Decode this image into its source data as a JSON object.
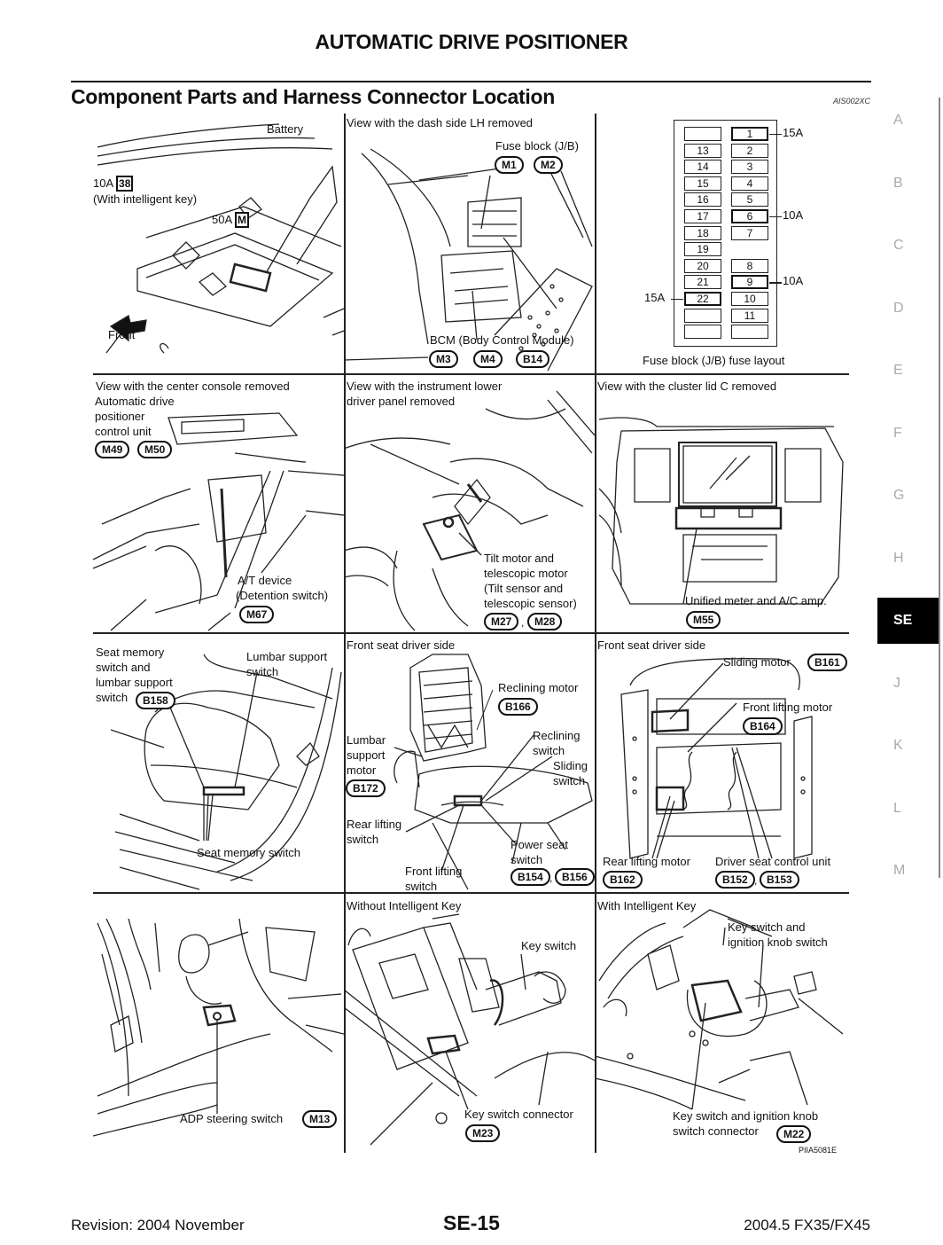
{
  "header": {
    "title": "AUTOMATIC DRIVE POSITIONER",
    "section": "Component Parts and Harness Connector Location",
    "ref_code": "AIS002XC"
  },
  "side_index": {
    "items": [
      "A",
      "B",
      "C",
      "D",
      "E",
      "F",
      "G",
      "H",
      "SE",
      "J",
      "K",
      "L",
      "M"
    ],
    "active": "SE"
  },
  "panels": {
    "battery": {
      "battery_label": "Battery",
      "fuse_10a": "10A",
      "fuse_10a_box": "38",
      "fuse_10a_note": "(With intelligent key)",
      "fuse_50a": "50A",
      "fuse_50a_box": "M",
      "front_label": "Front"
    },
    "dash": {
      "caption": "View with the dash side LH removed",
      "fuse_block_label": "Fuse block (J/B)",
      "fuse_block_connectors": [
        "M1",
        "M2"
      ],
      "bcm_label": "BCM (Body Control Module)",
      "bcm_connectors": [
        "M3",
        "M4",
        "B14"
      ]
    },
    "fuse_layout": {
      "caption": "Fuse block (J/B) fuse layout",
      "left_column": [
        "",
        "13",
        "14",
        "15",
        "16",
        "17",
        "18",
        "19",
        "20",
        "21",
        "22",
        "",
        ""
      ],
      "right_column": [
        "1",
        "2",
        "3",
        "4",
        "5",
        "6",
        "7",
        null,
        "8",
        "9",
        "10",
        "11",
        ""
      ],
      "highlighted": [
        {
          "fuse": "1",
          "rating": "15A"
        },
        {
          "fuse": "6",
          "rating": "10A"
        },
        {
          "fuse": "9",
          "rating": "10A"
        },
        {
          "fuse": "22",
          "rating": "15A"
        }
      ]
    },
    "console": {
      "caption": "View with the center console removed",
      "adp_label_1": "Automatic drive",
      "adp_label_2": "positioner",
      "adp_label_3": "control unit",
      "adp_connectors": [
        "M49",
        "M50"
      ],
      "at_label_1": "A/T device",
      "at_label_2": "(Detention switch)",
      "at_connector": "M67"
    },
    "instrument": {
      "caption_1": "View with the instrument lower",
      "caption_2": "driver panel removed",
      "tilt_1": "Tilt motor and",
      "tilt_2": "telescopic motor",
      "tilt_3": "(Tilt sensor and",
      "tilt_4": "telescopic sensor)",
      "tilt_connectors": [
        "M27",
        "M28"
      ]
    },
    "cluster": {
      "caption": "View with the cluster lid C removed",
      "meter_label": "Unified meter and A/C amp.",
      "meter_connector": "M55"
    },
    "seat_switch": {
      "memory_label_1": "Seat memory",
      "memory_label_2": "switch and",
      "memory_label_3": "lumbar support",
      "memory_label_4": "switch",
      "memory_connector": "B158",
      "lumbar_label_1": "Lumbar support",
      "lumbar_label_2": "switch",
      "seat_memory_switch": "Seat memory switch"
    },
    "seat_side": {
      "caption": "Front seat driver side",
      "reclining_motor": "Reclining motor",
      "reclining_motor_connector": "B166",
      "lumbar_motor_1": "Lumbar",
      "lumbar_motor_2": "support",
      "lumbar_motor_3": "motor",
      "lumbar_motor_connector": "B172",
      "reclining_switch_1": "Reclining",
      "reclining_switch_2": "switch",
      "sliding_switch_1": "Sliding",
      "sliding_switch_2": "switch",
      "rear_lifting_1": "Rear lifting",
      "rear_lifting_2": "switch",
      "power_seat_1": "Power seat",
      "power_seat_2": "switch",
      "power_seat_connectors": [
        "B154",
        "B156"
      ],
      "front_lifting_1": "Front lifting",
      "front_lifting_2": "switch"
    },
    "seat_under": {
      "caption": "Front seat driver side",
      "sliding_motor": "Sliding motor",
      "sliding_motor_connector": "B161",
      "front_lifting_motor": "Front lifting motor",
      "front_lifting_connector": "B164",
      "rear_lifting_motor": "Rear lifting motor",
      "rear_lifting_connector": "B162",
      "control_unit": "Driver seat control unit",
      "control_unit_connectors": [
        "B152",
        "B153"
      ]
    },
    "steering": {
      "adp_switch": "ADP steering switch",
      "adp_connector": "M13"
    },
    "no_ikey": {
      "caption": "Without Intelligent Key",
      "key_switch": "Key switch",
      "key_connector_label": "Key switch connector",
      "key_connector": "M23"
    },
    "ikey": {
      "caption": "With Intelligent Key",
      "switch_1": "Key switch and",
      "switch_2": "ignition knob switch",
      "connector_1": "Key switch and ignition knob",
      "connector_2": "switch connector",
      "connector": "M22",
      "figure_code": "PIIA5081E"
    }
  },
  "footer": {
    "revision": "Revision: 2004 November",
    "page": "SE-15",
    "model": "2004.5 FX35/FX45"
  }
}
